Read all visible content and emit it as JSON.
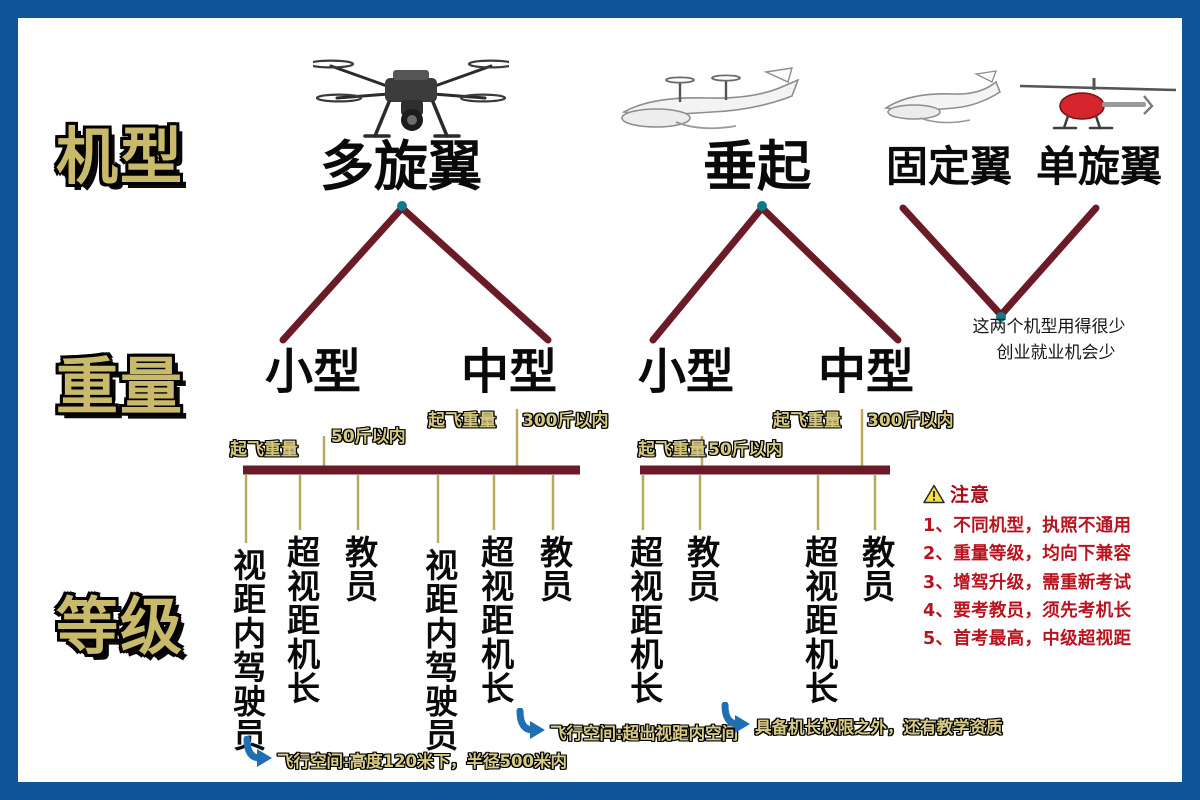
{
  "theme": {
    "frame_color": "#0d5596",
    "gold": "#c9b96a",
    "maroon": "#6b1b28",
    "teal_dot": "#12788c",
    "notice_red": "#b81420",
    "arrow_blue": "#1f6fb5"
  },
  "rows": {
    "type_label": "机型",
    "weight_label": "重量",
    "level_label": "等级"
  },
  "aircraft_types": [
    {
      "name": "多旋翼",
      "icon": "multirotor-drone-icon"
    },
    {
      "name": "垂起",
      "icon": "vtol-fixed-wing-icon"
    },
    {
      "name": "固定翼",
      "icon": "fixed-wing-icon"
    },
    {
      "name": "单旋翼",
      "icon": "single-rotor-helicopter-icon"
    }
  ],
  "weight_tiers": [
    {
      "name": "小型",
      "callout_label": "起飞重量",
      "callout_value": "50斤以内"
    },
    {
      "name": "中型",
      "callout_label": "起飞重量",
      "callout_value": "300斤以内"
    },
    {
      "name": "小型",
      "callout_label": "起飞重量",
      "callout_value": "50斤以内"
    },
    {
      "name": "中型",
      "callout_label": "起飞重量",
      "callout_value": "300斤以内"
    }
  ],
  "levels": {
    "multirotor_small": [
      "视距内驾驶员",
      "超视距机长",
      "教员"
    ],
    "multirotor_medium": [
      "视距内驾驶员",
      "超视距机长",
      "教员"
    ],
    "vtol_small": [
      "超视距机长",
      "教员"
    ],
    "vtol_medium": [
      "超视距机长",
      "教员"
    ]
  },
  "sparse_note": {
    "line1": "这两个机型用得很少",
    "line2": "创业就业机会少"
  },
  "notice": {
    "icon": "warning-triangle-icon",
    "title": "注意",
    "items": [
      "1、不同机型，执照不通用",
      "2、重量等级，均向下兼容",
      "3、增驾升级，需重新考试",
      "4、要考教员，须先考机长",
      "5、首考最高，中级超视距"
    ]
  },
  "annotations": [
    {
      "icon": "curved-arrow-icon",
      "text": "飞行空间:高度120米下，半径500米内"
    },
    {
      "icon": "curved-arrow-icon",
      "text": "飞行空间:超出视距内空间"
    },
    {
      "icon": "curved-arrow-icon",
      "text": "具备机长权限之外，还有教学资质"
    }
  ]
}
